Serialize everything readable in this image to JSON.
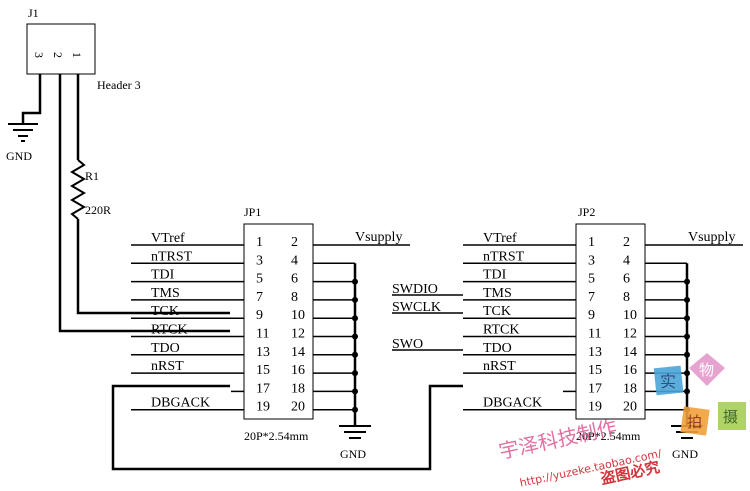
{
  "j1": {
    "ref": "J1",
    "value": "Header 3",
    "pins": [
      "3",
      "2",
      "1"
    ]
  },
  "r1": {
    "ref": "R1",
    "value": "220R"
  },
  "gnd_label": "GND",
  "jp1": {
    "ref": "JP1",
    "footprint": "20P*2.54mm",
    "left_pins": [
      "1",
      "3",
      "5",
      "7",
      "9",
      "11",
      "13",
      "15",
      "17",
      "19"
    ],
    "right_pins": [
      "2",
      "4",
      "6",
      "8",
      "10",
      "12",
      "14",
      "16",
      "18",
      "20"
    ],
    "left_nets": [
      "VTref",
      "nTRST",
      "TDI",
      "TMS",
      "TCK",
      "RTCK",
      "TDO",
      "nRST",
      "",
      "DBGACK"
    ],
    "right_net": "Vsupply"
  },
  "jp2": {
    "ref": "JP2",
    "footprint": "20P*2.54mm",
    "left_pins": [
      "1",
      "3",
      "5",
      "7",
      "9",
      "11",
      "13",
      "15",
      "17",
      "19"
    ],
    "right_pins": [
      "2",
      "4",
      "6",
      "8",
      "10",
      "12",
      "14",
      "16",
      "18",
      "20"
    ],
    "left_nets": [
      "VTref",
      "nTRST",
      "TDI",
      "TMS",
      "TCK",
      "RTCK",
      "TDO",
      "nRST",
      "",
      "DBGACK"
    ],
    "right_net": "Vsupply",
    "swd_labels": [
      "SWDIO",
      "SWCLK",
      "SWO"
    ]
  },
  "watermark": {
    "text_cn": "宇泽科技制作",
    "url": "http://yuzeke.taobao.com/",
    "notice": "盗图必究",
    "stamps": [
      "实",
      "物",
      "拍",
      "摄"
    ],
    "colors": {
      "pink": "#e0609a",
      "red": "#d0202a",
      "blue": "#4aa6d8"
    }
  }
}
